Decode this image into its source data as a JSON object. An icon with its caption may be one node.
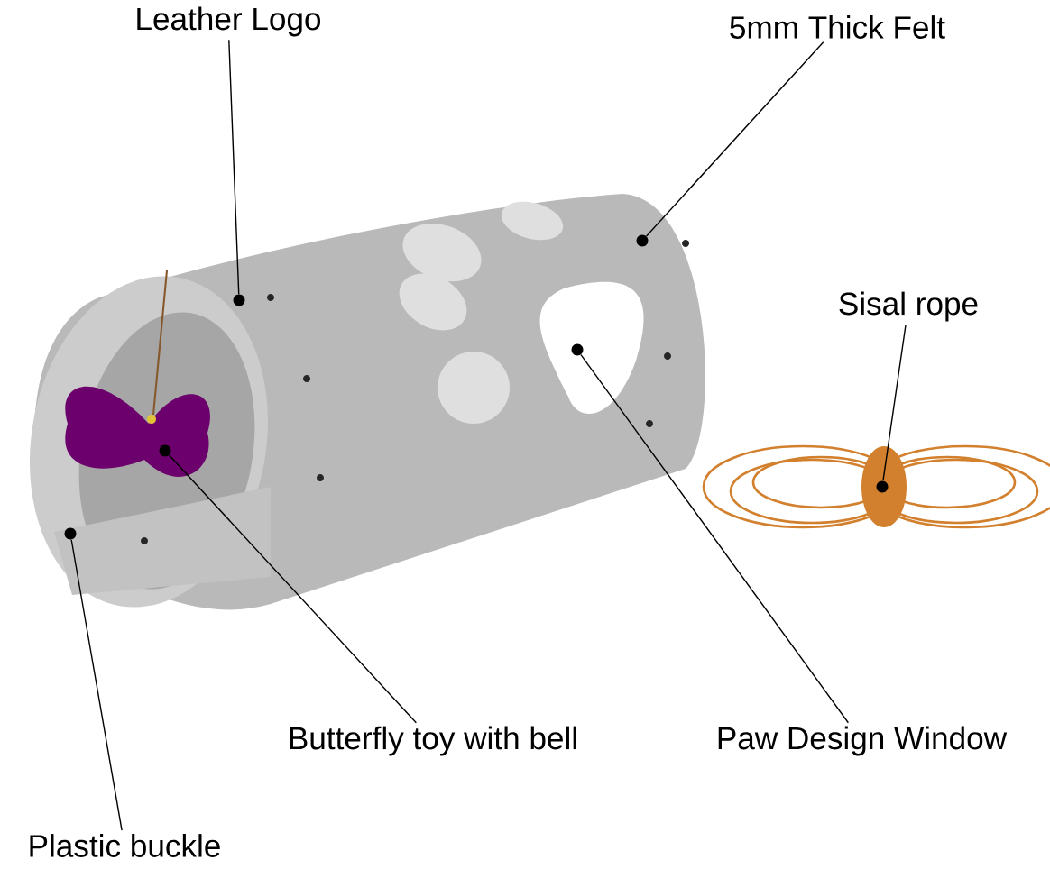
{
  "diagram": {
    "nodes": [
      {
        "text": [
          "Leather Logo"
        ]
      },
      {
        "text": [
          "5mm Thick Felt"
        ]
      },
      {
        "text": [
          "Sisal rope"
        ]
      },
      {
        "text": [
          "Butterfly toy with bell"
        ]
      },
      {
        "text": [
          "Paw Design Window"
        ]
      },
      {
        "text": [
          "Plastic buckle"
        ]
      },
      {
        "text": [],
        "shape": "circle"
      },
      {
        "text": [],
        "shape": "circle"
      },
      {
        "text": [],
        "shape": "circle"
      },
      {
        "text": [],
        "shape": "circle"
      },
      {
        "text": [],
        "shape": "circle"
      },
      {
        "text": [],
        "shape": "circle"
      }
    ],
    "edges": [
      {
        "from": 0,
        "to": 6,
        "arrow": "none"
      },
      {
        "from": 1,
        "to": 7,
        "arrow": "none"
      },
      {
        "from": 2,
        "to": 8,
        "arrow": "none"
      },
      {
        "from": 3,
        "to": 9,
        "arrow": "none"
      },
      {
        "from": 4,
        "to": 10,
        "arrow": "none"
      },
      {
        "from": 5,
        "to": 11,
        "arrow": "none"
      }
    ]
  }
}
